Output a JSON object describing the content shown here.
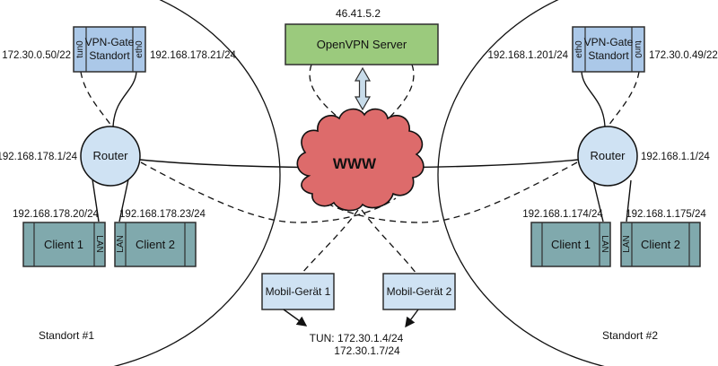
{
  "colors": {
    "server_green": "#9bca7d",
    "gate_blue": "#abc8e8",
    "node_lightblue": "#cfe2f3",
    "client_teal": "#80a9ad",
    "cloud_red": "#dd6b6b",
    "arrow_fill": "#c8dcea"
  },
  "server": {
    "ip": "46.41.5.2",
    "label": "OpenVPN Server"
  },
  "cloud": {
    "label": "WWW"
  },
  "site1": {
    "name": "Standort #1",
    "gate": {
      "line1": "VPN-Gate",
      "line2": "Standort",
      "left_port": "tun0",
      "right_port": "eth0",
      "left_ip": "172.30.0.50/22",
      "right_ip": "192.168.178.21/24"
    },
    "router": {
      "label": "Router",
      "ip": "192.168.178.1/24"
    },
    "clients": [
      {
        "label": "Client 1",
        "ip": "192.168.178.20/24",
        "port": "LAN"
      },
      {
        "label": "Client 2",
        "ip": "192.168.178.23/24",
        "port": "LAN"
      }
    ]
  },
  "site2": {
    "name": "Standort #2",
    "gate": {
      "line1": "VPN-Gate",
      "line2": "Standort",
      "left_port": "eth0",
      "right_port": "tun0",
      "left_ip": "192.168.1.201/24",
      "right_ip": "172.30.0.49/22"
    },
    "router": {
      "label": "Router",
      "ip": "192.168.1.1/24"
    },
    "clients": [
      {
        "label": "Client 1",
        "ip": "192.168.1.174/24",
        "port": "LAN"
      },
      {
        "label": "Client 2",
        "ip": "192.168.1.175/24",
        "port": "LAN"
      }
    ]
  },
  "mobile": [
    {
      "label": "Mobil-Gerät 1"
    },
    {
      "label": "Mobil-Gerät 2"
    }
  ],
  "tun_note": {
    "line1": "TUN: 172.30.1.4/24",
    "line2": "172.30.1.7/24"
  }
}
